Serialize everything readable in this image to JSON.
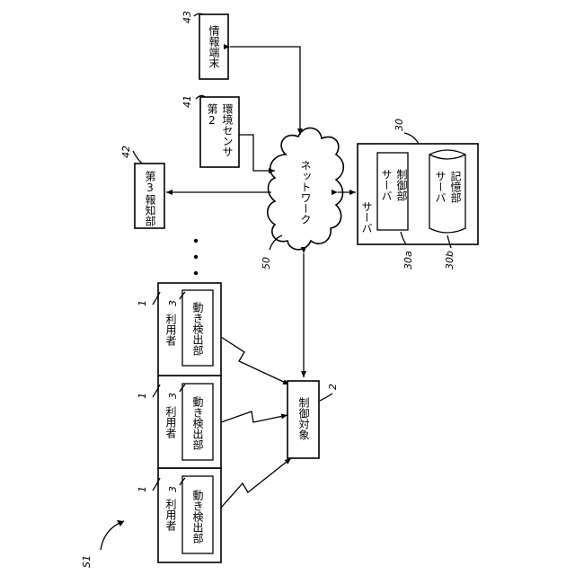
{
  "users": [
    {
      "label": "利用者",
      "ref": "1",
      "detector_label": "動き検出部",
      "detector_ref": "3"
    },
    {
      "label": "利用者",
      "ref": "1",
      "detector_label": "動き検出部",
      "detector_ref": "3"
    },
    {
      "label": "利用者",
      "ref": "1",
      "detector_label": "動き検出部",
      "detector_ref": "3"
    }
  ],
  "control_target": {
    "label": "制御対象",
    "ref": "2"
  },
  "network": {
    "label": "ネットワーク",
    "ref": "50"
  },
  "notify": {
    "label": "第3報知部",
    "ref": "42"
  },
  "sensor": {
    "line1": "第2",
    "line2": "環境センサ",
    "ref": "41"
  },
  "terminal": {
    "label": "情報端末",
    "ref": "43"
  },
  "server": {
    "label": "サーバ",
    "ref": "30"
  },
  "server_control": {
    "line1": "サーバ",
    "line2": "制御部",
    "ref": "30a"
  },
  "server_storage": {
    "line1": "サーバ",
    "line2": "記憶部",
    "ref": "30b"
  },
  "system_ref": "S1"
}
